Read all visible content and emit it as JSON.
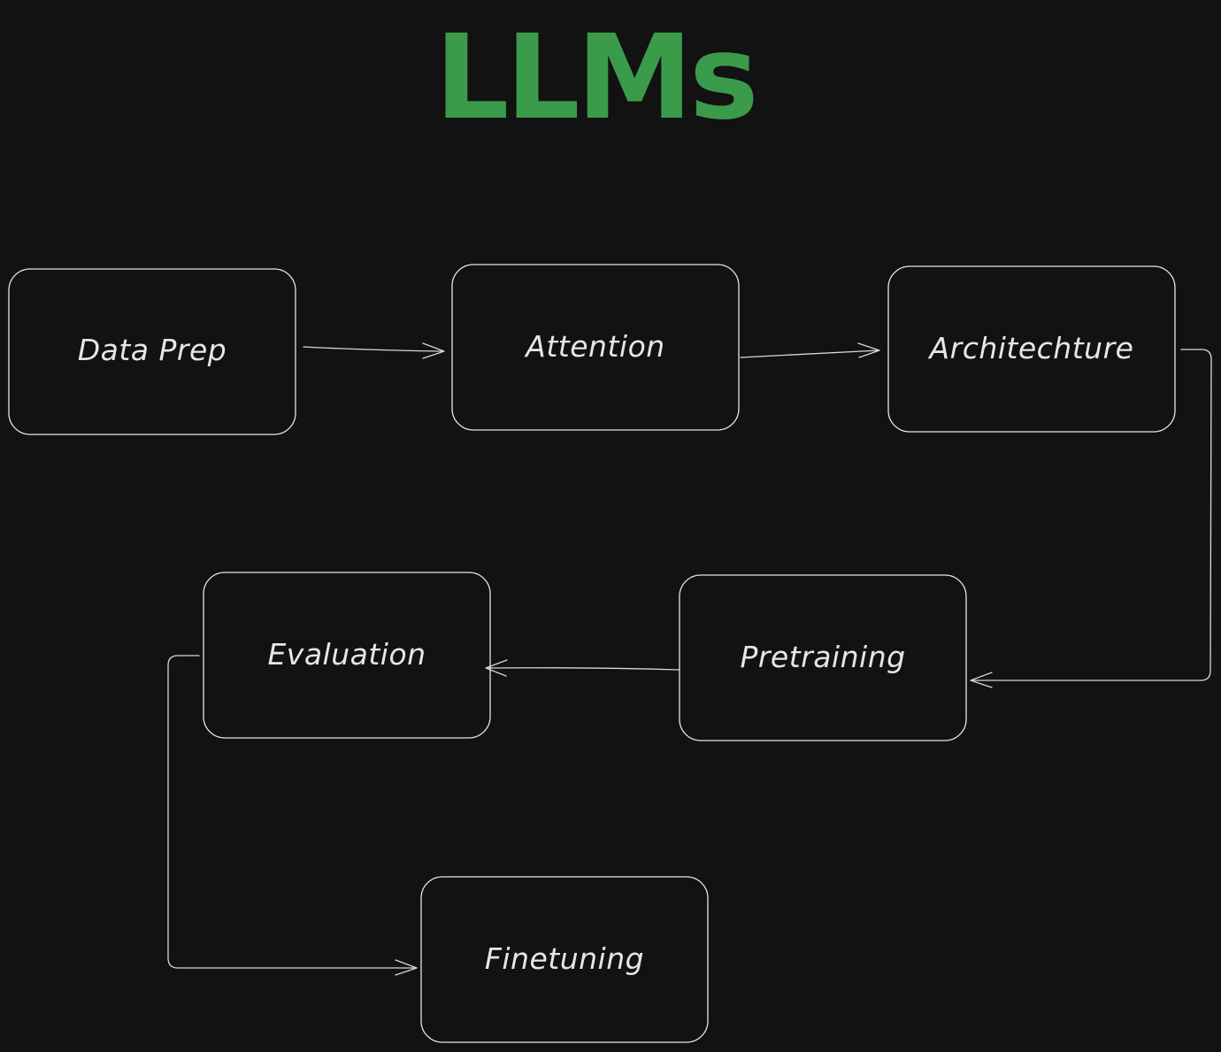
{
  "diagram": {
    "title": "LLMs",
    "title_color": "#3a9b4b",
    "background_color": "#121212",
    "stroke_color": "#e6e6e6",
    "nodes": [
      {
        "id": "data-prep",
        "label": "Data Prep"
      },
      {
        "id": "attention",
        "label": "Attention"
      },
      {
        "id": "architechture",
        "label": "Architechture"
      },
      {
        "id": "pretraining",
        "label": "Pretraining"
      },
      {
        "id": "evaluation",
        "label": "Evaluation"
      },
      {
        "id": "finetuning",
        "label": "Finetuning"
      }
    ],
    "edges": [
      {
        "from": "data-prep",
        "to": "attention"
      },
      {
        "from": "attention",
        "to": "architechture"
      },
      {
        "from": "architechture",
        "to": "pretraining"
      },
      {
        "from": "pretraining",
        "to": "evaluation"
      },
      {
        "from": "evaluation",
        "to": "finetuning"
      }
    ]
  }
}
